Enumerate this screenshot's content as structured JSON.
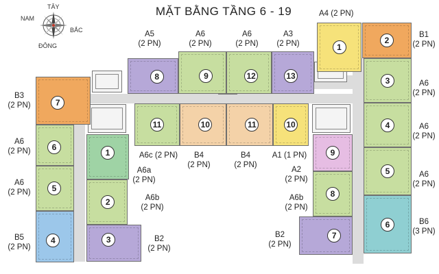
{
  "title": "MẶT BẰNG TẦNG 6 - 19",
  "compass": {
    "north": "TÂY",
    "west": "NAM",
    "east": "BẮC",
    "south": "ĐÔNG"
  },
  "colors": {
    "green": "#c7dea0",
    "orange": "#f0a85e",
    "yellow": "#f6e27a",
    "purple": "#b6a8d8",
    "peach": "#f4d2a8",
    "pink": "#e6bde3",
    "blue": "#9cc7ea",
    "teal": "#8fcfd2",
    "darkgreen": "#9fd3a5",
    "corridor": "#dcdcdc"
  },
  "units": [
    {
      "no": "1",
      "type": "A4",
      "rooms": "(2 PN)",
      "color": "yellow"
    },
    {
      "no": "2",
      "type": "B1",
      "rooms": "(2 PN)",
      "color": "orange"
    },
    {
      "no": "3",
      "type": "A6",
      "rooms": "(2 PN)",
      "color": "green"
    },
    {
      "no": "4",
      "type": "A6",
      "rooms": "(2 PN)",
      "color": "green"
    },
    {
      "no": "5",
      "type": "A6",
      "rooms": "(2 PN)",
      "color": "green"
    },
    {
      "no": "6",
      "type": "B6",
      "rooms": "(3 PN)",
      "color": "teal"
    },
    {
      "no": "7",
      "type": "B2",
      "rooms": "(2 PN)",
      "color": "purple"
    },
    {
      "no": "8",
      "type": "A6b",
      "rooms": "(2 PN)",
      "color": "green"
    },
    {
      "no": "9",
      "type": "A2",
      "rooms": "(2 PN)",
      "color": "pink"
    },
    {
      "no": "10",
      "type": "A1",
      "rooms": "(1 PN)",
      "color": "yellow"
    },
    {
      "no": "11",
      "type": "B4",
      "rooms": "(2 PN)",
      "color": "peach"
    },
    {
      "no": "10",
      "type": "B4",
      "rooms": "(2 PN)",
      "color": "peach"
    },
    {
      "no": "11",
      "type": "A6c",
      "rooms": "(2 PN)",
      "color": "green"
    },
    {
      "no": "1",
      "type": "A6a",
      "rooms": "(2 PN)",
      "color": "darkgreen"
    },
    {
      "no": "2",
      "type": "A6b",
      "rooms": "(2 PN)",
      "color": "green"
    },
    {
      "no": "3",
      "type": "B2",
      "rooms": "(2 PN)",
      "color": "purple"
    },
    {
      "no": "4",
      "type": "B5",
      "rooms": "(2 PN)",
      "color": "blue"
    },
    {
      "no": "5",
      "type": "A6",
      "rooms": "(2 PN)",
      "color": "green"
    },
    {
      "no": "6",
      "type": "A6",
      "rooms": "(2 PN)",
      "color": "green"
    },
    {
      "no": "7",
      "type": "B3",
      "rooms": "(2 PN)",
      "color": "orange"
    },
    {
      "no": "8",
      "type": "A5",
      "rooms": "(2 PN)",
      "color": "purple"
    },
    {
      "no": "9",
      "type": "A6",
      "rooms": "(2 PN)",
      "color": "green"
    },
    {
      "no": "12",
      "type": "A6",
      "rooms": "(2 PN)",
      "color": "green"
    },
    {
      "no": "13",
      "type": "A3",
      "rooms": "(2 PN)",
      "color": "purple"
    }
  ]
}
